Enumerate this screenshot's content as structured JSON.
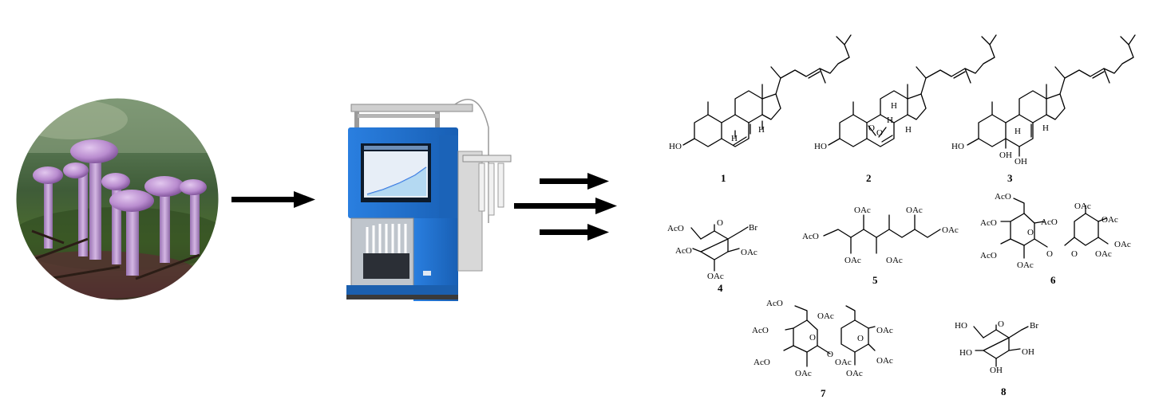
{
  "compounds": [
    {
      "number": "1",
      "labels": [
        "HO",
        "H",
        "H"
      ]
    },
    {
      "number": "2",
      "labels": [
        "HO",
        "O",
        "O",
        "H",
        "H",
        "H"
      ]
    },
    {
      "number": "3",
      "labels": [
        "HO",
        "OH",
        "OH",
        "H",
        "H"
      ]
    },
    {
      "number": "4",
      "labels": [
        "AcO",
        "O",
        "Br",
        "AcO",
        "OAc",
        "OAc"
      ]
    },
    {
      "number": "5",
      "labels": [
        "AcO",
        "OAc",
        "OAc",
        "OAc",
        "OAc",
        "OAc"
      ]
    },
    {
      "number": "6",
      "labels": [
        "AcO",
        "AcO",
        "O",
        "AcO",
        "OAc",
        "AcO",
        "O",
        "OAc",
        "OAc",
        "O",
        "OAc",
        "OAc"
      ]
    },
    {
      "number": "7",
      "labels": [
        "AcO",
        "AcO",
        "O",
        "AcO",
        "OAc",
        "O",
        "OAc",
        "O",
        "OAc",
        "OAc",
        "OAc",
        "OAc"
      ]
    },
    {
      "number": "8",
      "labels": [
        "HO",
        "O",
        "Br",
        "HO",
        "OH",
        "OH"
      ]
    }
  ],
  "colors": {
    "instrument_blue": "#1f6fc9",
    "mushroom_purple": "#b98ccf",
    "arrow": "#000000"
  }
}
